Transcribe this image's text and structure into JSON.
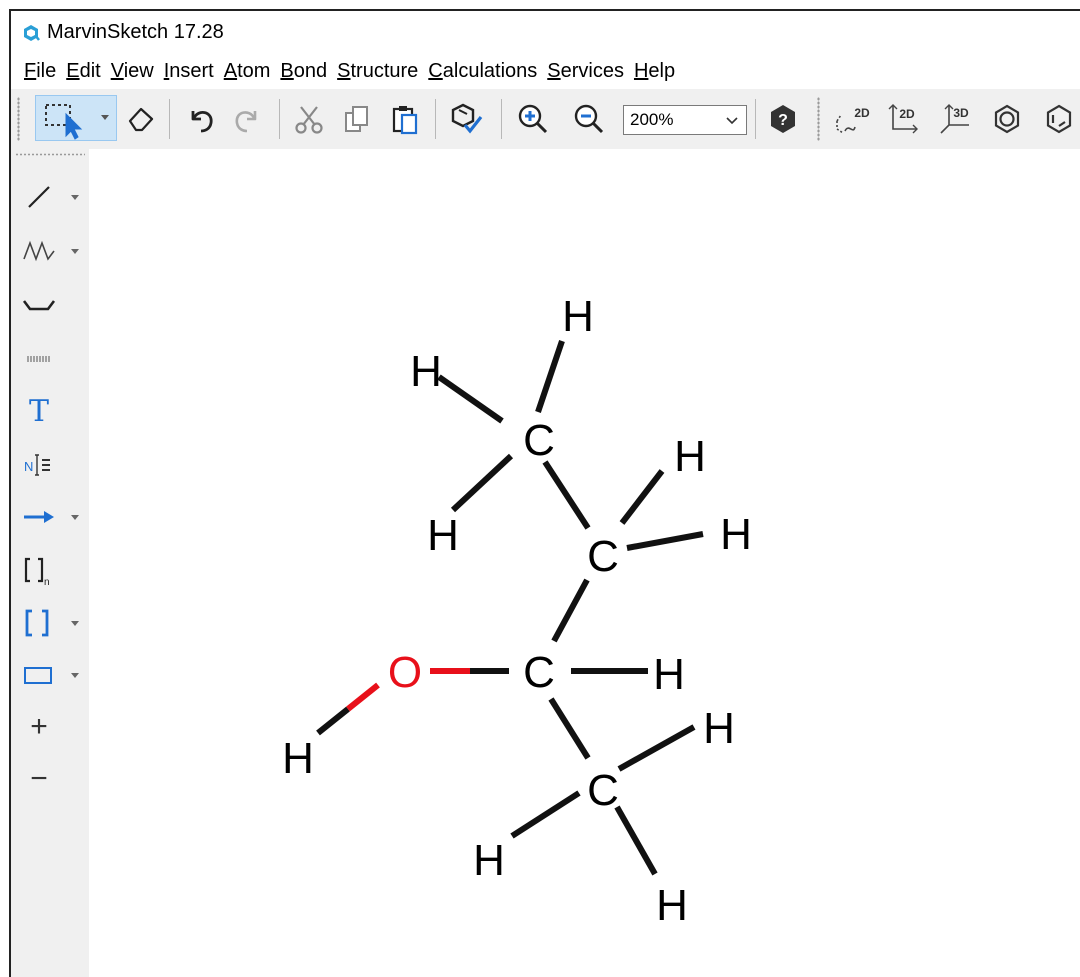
{
  "window": {
    "title": "MarvinSketch 17.28"
  },
  "menu": [
    {
      "mnemonic": "F",
      "rest": "ile"
    },
    {
      "mnemonic": "E",
      "rest": "dit"
    },
    {
      "mnemonic": "V",
      "rest": "iew"
    },
    {
      "mnemonic": "I",
      "rest": "nsert"
    },
    {
      "mnemonic": "A",
      "rest": "tom"
    },
    {
      "mnemonic": "B",
      "rest": "ond"
    },
    {
      "mnemonic": "S",
      "rest": "tructure"
    },
    {
      "mnemonic": "C",
      "rest": "alculations"
    },
    {
      "mnemonic": "S",
      "rest": "ervices"
    },
    {
      "mnemonic": "H",
      "rest": "elp"
    }
  ],
  "toolbar": {
    "zoom_value": "200%",
    "clean2d_label": "2D",
    "clean2d_alt_label": "2D",
    "clean3d_label": "3D"
  },
  "lefttoolbar": {
    "text_tool_glyph": "T",
    "plus_glyph": "+",
    "minus_glyph": "−",
    "bracket_n_label": "n",
    "name_tool_letter": "N"
  },
  "molecule": {
    "atoms": {
      "c1": "C",
      "c2": "C",
      "c3": "C",
      "c4": "C",
      "o1": "O",
      "h1": "H",
      "h2": "H",
      "h3": "H",
      "h4": "H",
      "h5": "H",
      "h6": "H",
      "h7": "H",
      "h8": "H",
      "h9": "H",
      "h10": "H"
    },
    "colors": {
      "carbon": "#000000",
      "oxygen": "#e8101a",
      "hydrogen": "#000000",
      "bond": "#000000"
    }
  },
  "colors": {
    "accent": "#1f6fd1",
    "selection": "#cce4f7",
    "toolbar_bg": "#f0f0f0"
  }
}
